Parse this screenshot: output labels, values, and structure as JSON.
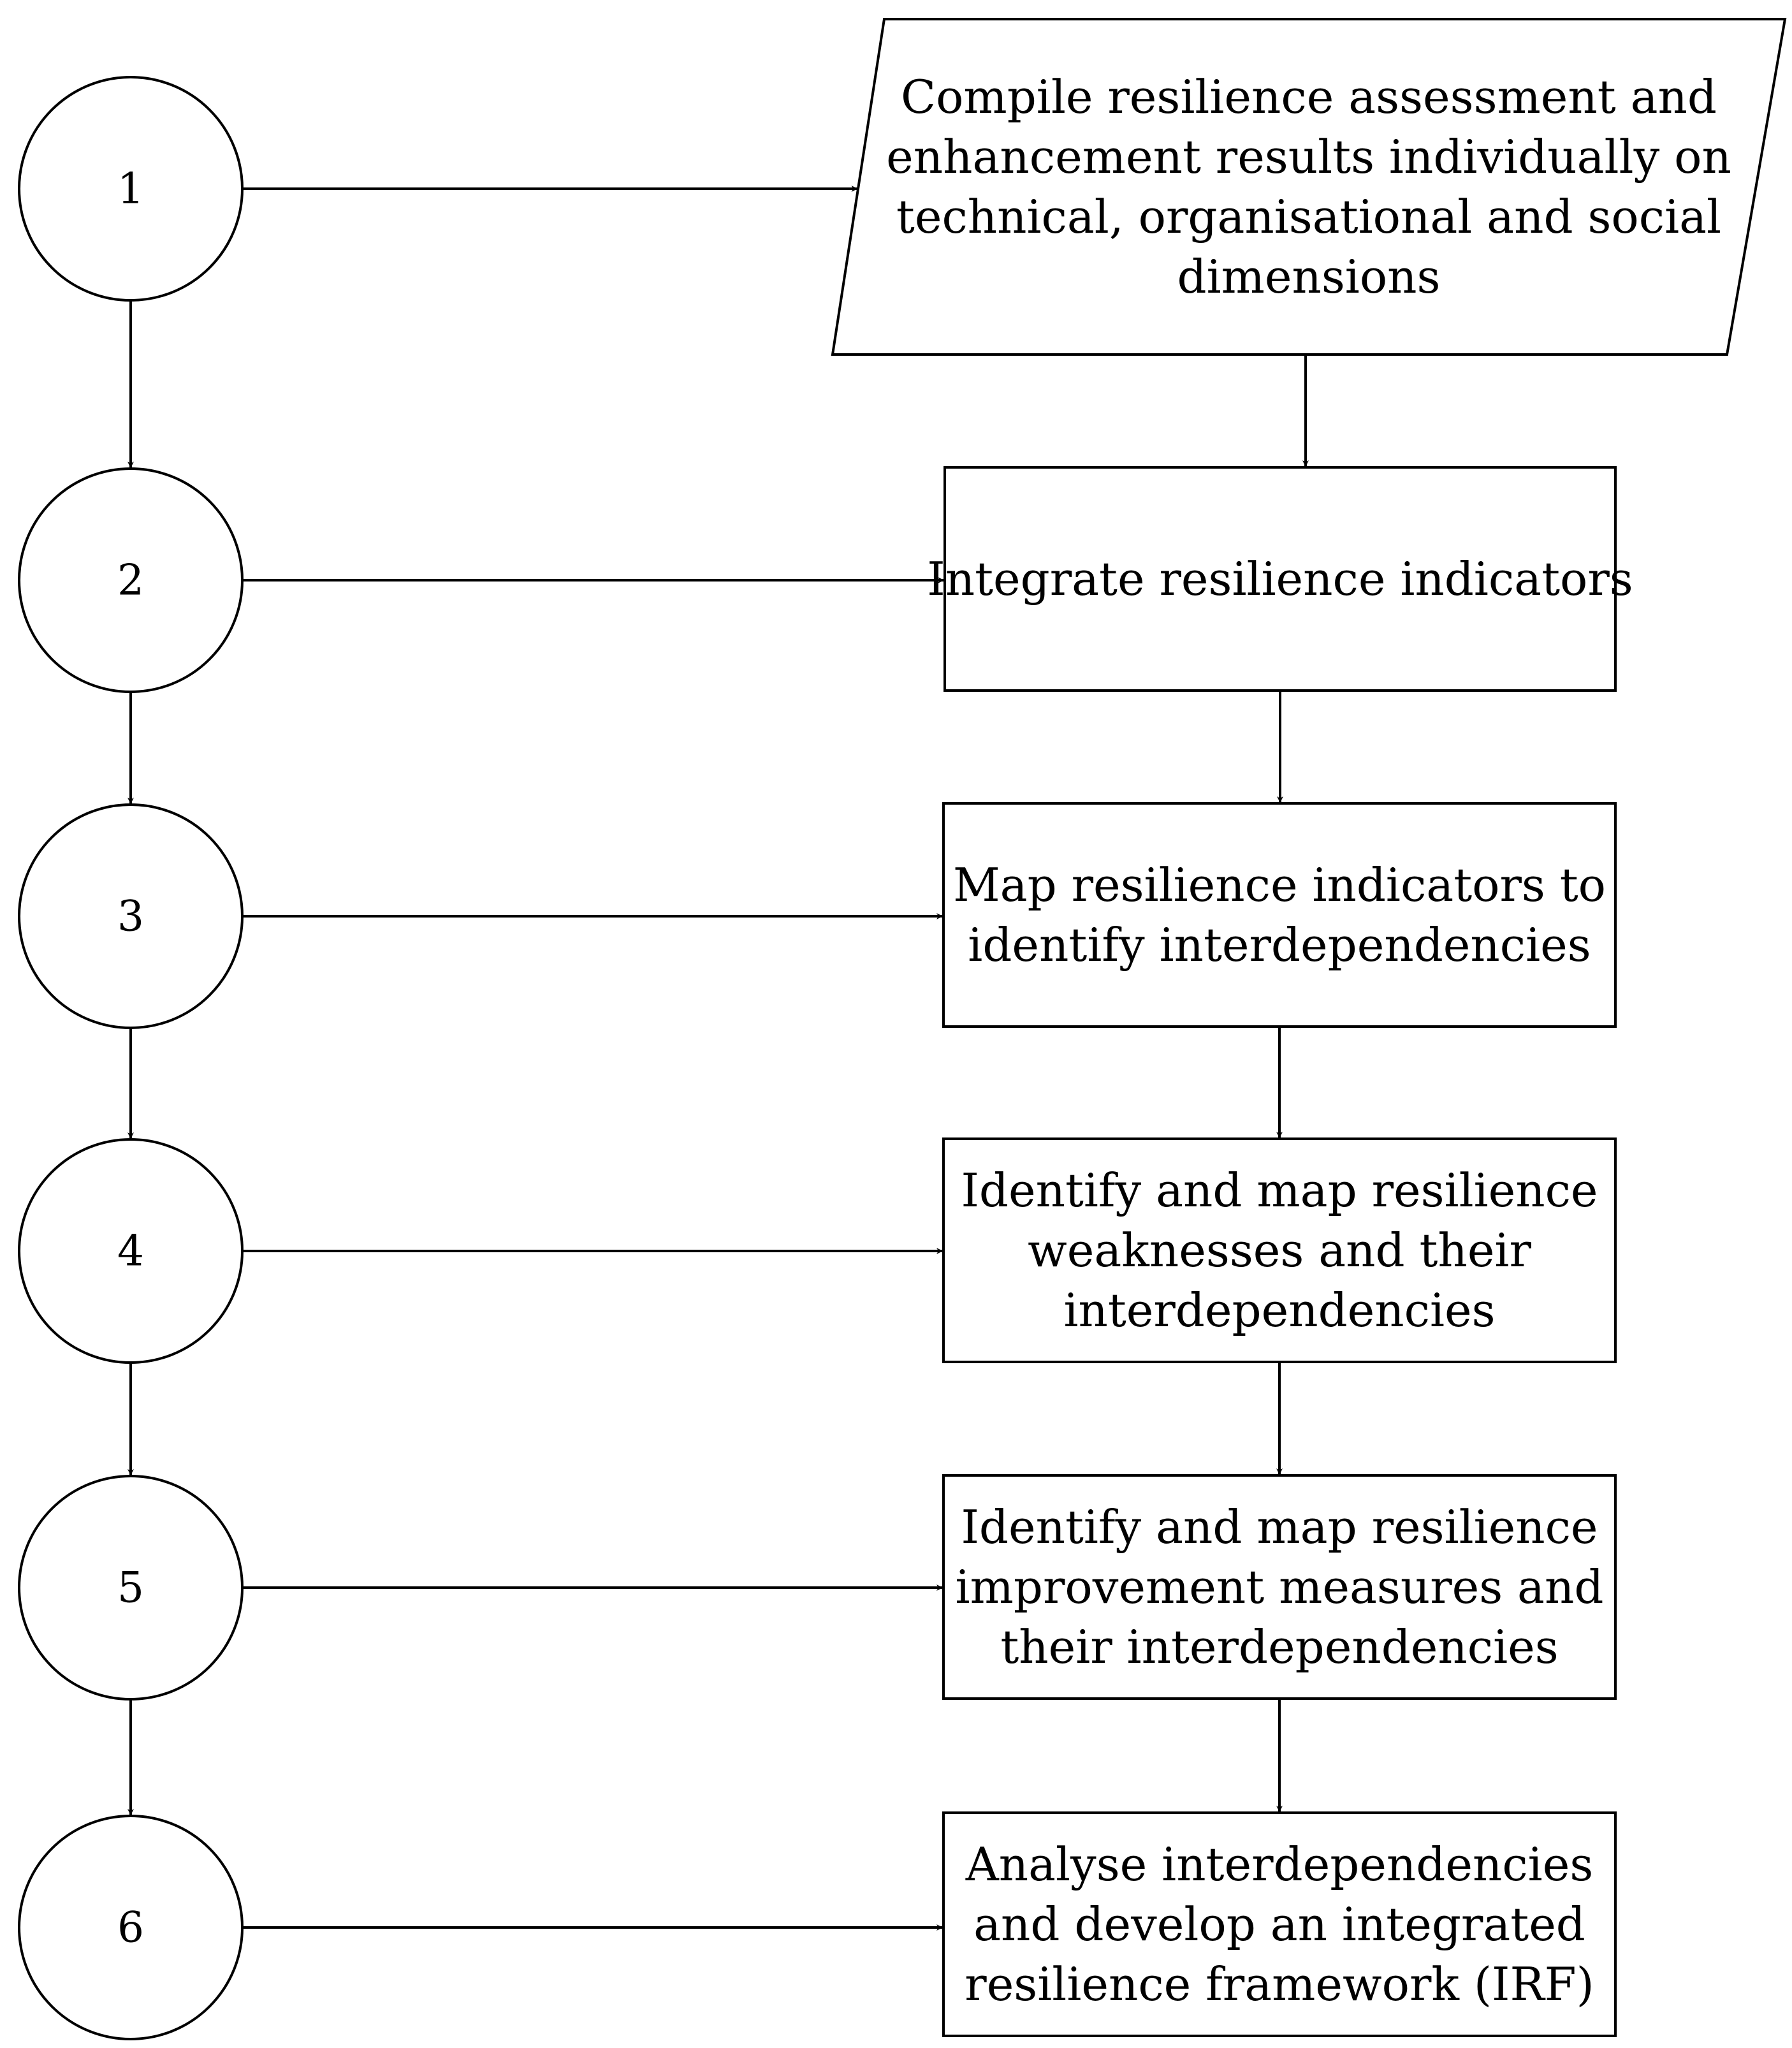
{
  "steps": [
    {
      "number": "1",
      "lines": [
        "Compile resilience assessment and",
        "enhancement results individually on",
        "technical, organisational and social",
        "dimensions"
      ]
    },
    {
      "number": "2",
      "lines": [
        "Integrate resilience indicators"
      ]
    },
    {
      "number": "3",
      "lines": [
        "Map resilience indicators to",
        "identify interdependencies"
      ]
    },
    {
      "number": "4",
      "lines": [
        "Identify and map resilience",
        "weaknesses and their",
        "interdependencies"
      ]
    },
    {
      "number": "5",
      "lines": [
        "Identify and map resilience",
        "improvement measures and",
        "their interdependencies"
      ]
    },
    {
      "number": "6",
      "lines": [
        "Analyse interdependencies",
        "and develop an integrated",
        "resilience framework (IRF)"
      ]
    }
  ]
}
